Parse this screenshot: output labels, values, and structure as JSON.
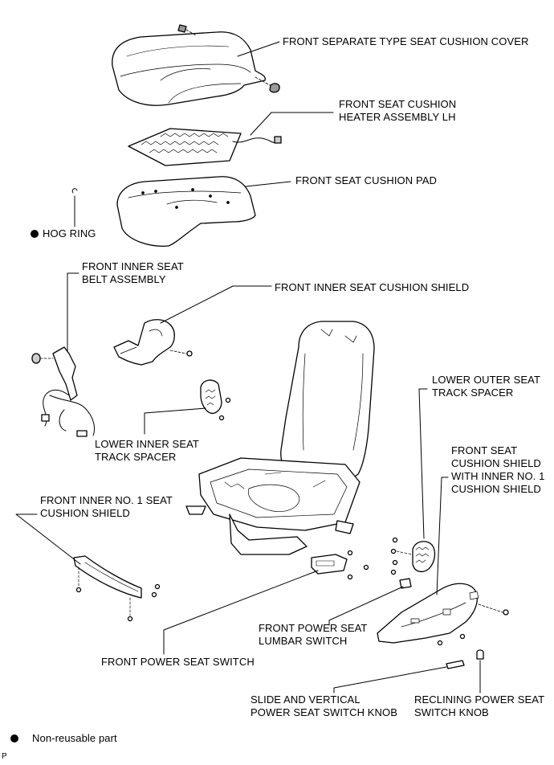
{
  "labels": {
    "cushion_cover": "FRONT SEPARATE TYPE SEAT CUSHION COVER",
    "heater_line1": "FRONT SEAT CUSHION",
    "heater_line2": "HEATER ASSEMBLY LH",
    "cushion_pad": "FRONT SEAT CUSHION PAD",
    "hog_ring": "HOG RING",
    "belt_line1": "FRONT INNER SEAT",
    "belt_line2": "BELT ASSEMBLY",
    "inner_shield": "FRONT INNER SEAT CUSHION SHIELD",
    "lower_inner_line1": "LOWER INNER SEAT",
    "lower_inner_line2": "TRACK SPACER",
    "lower_outer_line1": "LOWER OUTER SEAT",
    "lower_outer_line2": "TRACK SPACER",
    "front_shield_line1": "FRONT SEAT",
    "front_shield_line2": "CUSHION SHIELD",
    "front_shield_line3": "WITH INNER NO. 1",
    "front_shield_line4": "CUSHION SHIELD",
    "no1_shield_line1": "FRONT INNER NO. 1 SEAT",
    "no1_shield_line2": "CUSHION SHIELD",
    "lumbar_line1": "FRONT POWER SEAT",
    "lumbar_line2": "LUMBAR SWITCH",
    "power_switch": "FRONT POWER SEAT SWITCH",
    "slide_knob_line1": "SLIDE AND VERTICAL",
    "slide_knob_line2": "POWER SEAT SWITCH KNOB",
    "recline_knob_line1": "RECLINING POWER SEAT",
    "recline_knob_line2": "SWITCH KNOB"
  },
  "legend": {
    "text": "Non-reusable part"
  },
  "corner_code": "P"
}
